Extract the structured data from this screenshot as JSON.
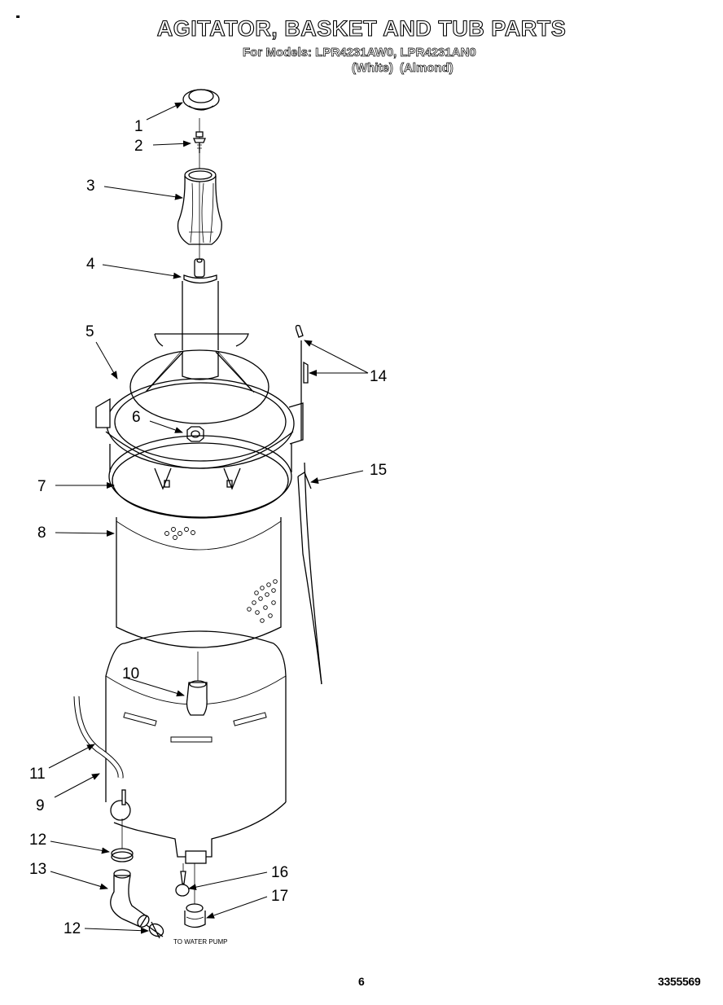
{
  "header": {
    "title": "AGITATOR, BASKET AND TUB PARTS",
    "models_line": "For Models: LPR4231AW0, LPR4231AN0",
    "colors_line": "(White) (Almond)"
  },
  "callouts": [
    {
      "id": "1",
      "label": "1"
    },
    {
      "id": "2",
      "label": "2"
    },
    {
      "id": "3",
      "label": "3"
    },
    {
      "id": "4",
      "label": "4"
    },
    {
      "id": "5",
      "label": "5"
    },
    {
      "id": "6",
      "label": "6"
    },
    {
      "id": "7",
      "label": "7"
    },
    {
      "id": "8",
      "label": "8"
    },
    {
      "id": "9",
      "label": "9"
    },
    {
      "id": "10",
      "label": "10"
    },
    {
      "id": "11",
      "label": "11"
    },
    {
      "id": "12a",
      "label": "12"
    },
    {
      "id": "13",
      "label": "13"
    },
    {
      "id": "12b",
      "label": "12"
    },
    {
      "id": "14",
      "label": "14"
    },
    {
      "id": "15",
      "label": "15"
    },
    {
      "id": "16",
      "label": "16"
    },
    {
      "id": "17",
      "label": "17"
    }
  ],
  "notes": {
    "pump": "TO WATER PUMP"
  },
  "footer": {
    "page_number": "6",
    "document_number": "3355569"
  }
}
